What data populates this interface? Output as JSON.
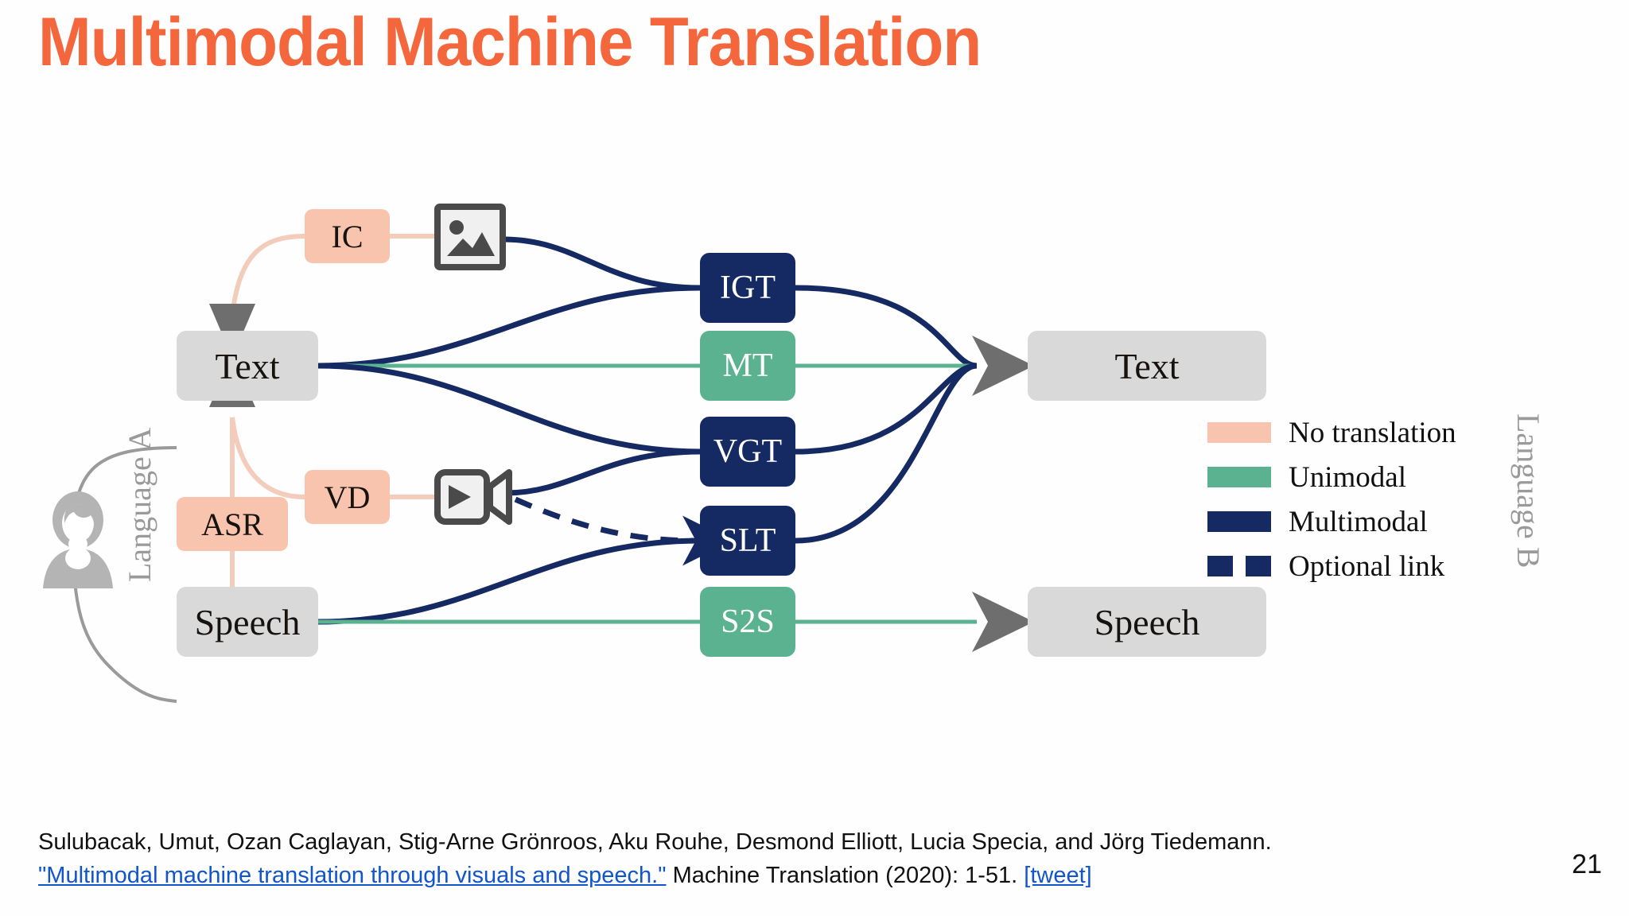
{
  "slide": {
    "title": "Multimodal Machine Translation",
    "page_number": "21",
    "title_color": "#F4663C"
  },
  "diagram": {
    "source_nodes": [
      {
        "id": "text-a",
        "label": "Text"
      },
      {
        "id": "speech-a",
        "label": "Speech"
      }
    ],
    "target_nodes": [
      {
        "id": "text-b",
        "label": "Text"
      },
      {
        "id": "speech-b",
        "label": "Speech"
      }
    ],
    "captioning_nodes": [
      {
        "id": "ic",
        "label": "IC"
      },
      {
        "id": "vd",
        "label": "VD"
      },
      {
        "id": "asr",
        "label": "ASR"
      }
    ],
    "task_nodes": [
      {
        "id": "igt",
        "label": "IGT",
        "type": "multimodal"
      },
      {
        "id": "mt",
        "label": "MT",
        "type": "unimodal"
      },
      {
        "id": "vgt",
        "label": "VGT",
        "type": "multimodal"
      },
      {
        "id": "slt",
        "label": "SLT",
        "type": "multimodal"
      },
      {
        "id": "s2s",
        "label": "S2S",
        "type": "unimodal"
      }
    ],
    "media_icons": [
      {
        "id": "image",
        "name": "image-icon"
      },
      {
        "id": "video",
        "name": "video-camera-icon"
      }
    ],
    "side_labels": {
      "left": "Language A",
      "right": "Language B"
    },
    "person_icon": "person-avatar-icon",
    "colors": {
      "no_translation": "#F9C4AD",
      "unimodal": "#5BB291",
      "multimodal": "#152A62",
      "node_gray": "#D9D9D9",
      "arrow_gray": "#6E6E6E"
    },
    "legend": {
      "items": [
        {
          "label": "No translation",
          "color": "#F9C4AD",
          "style": "solid"
        },
        {
          "label": "Unimodal",
          "color": "#5BB291",
          "style": "solid"
        },
        {
          "label": "Multimodal",
          "color": "#152A62",
          "style": "solid"
        },
        {
          "label": "Optional link",
          "color": "#152A62",
          "style": "dashed"
        }
      ]
    }
  },
  "citation": {
    "line1": "Sulubacak, Umut, Ozan Caglayan, Stig-Arne Grönroos, Aku Rouhe, Desmond Elliott, Lucia Specia, and Jörg Tiedemann.",
    "link_title": "\"Multimodal machine translation through visuals and speech.\"",
    "journal": " Machine Translation (2020): 1-51. ",
    "tweet_link": "[tweet]"
  }
}
